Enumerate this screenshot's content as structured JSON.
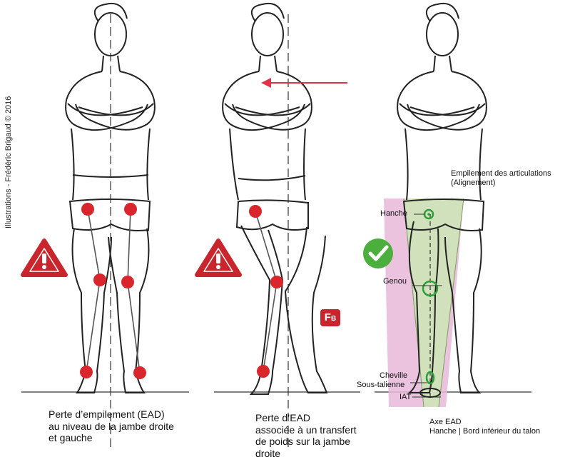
{
  "credit": "Illustrations - Frédéric Brigaud © 2016",
  "figure1": {
    "caption_line1": "Perte d’empilement (EAD)",
    "caption_line2": "au niveau de la jambe droite",
    "caption_line3": "et  gauche"
  },
  "figure2": {
    "caption_line1": "Perte d’EAD",
    "caption_line2": "associée à un transfert",
    "caption_line3": "de poids sur la jambe",
    "caption_line4": "droite",
    "badge_main": "F",
    "badge_sub": "B"
  },
  "figure3": {
    "title_line1": "Empilement des articulations",
    "title_line2": "(Alignement)",
    "label_hip": "Hanche",
    "label_knee": "Genou",
    "label_ankle1": "Cheville",
    "label_ankle2": "Sous-talienne",
    "label_iat": "IAT",
    "axis_line1": "Axe EAD",
    "axis_line2": "Hanche | Bord inférieur du talon"
  },
  "colors": {
    "joint_red": "#d9262c",
    "warning_red": "#c8262c",
    "check_green": "#4cae3c",
    "align_green": "#2e9e3a",
    "arrow_red": "#e0334a",
    "cone_green": "#cfe3b8",
    "cone_pink": "#e8b9d8"
  }
}
